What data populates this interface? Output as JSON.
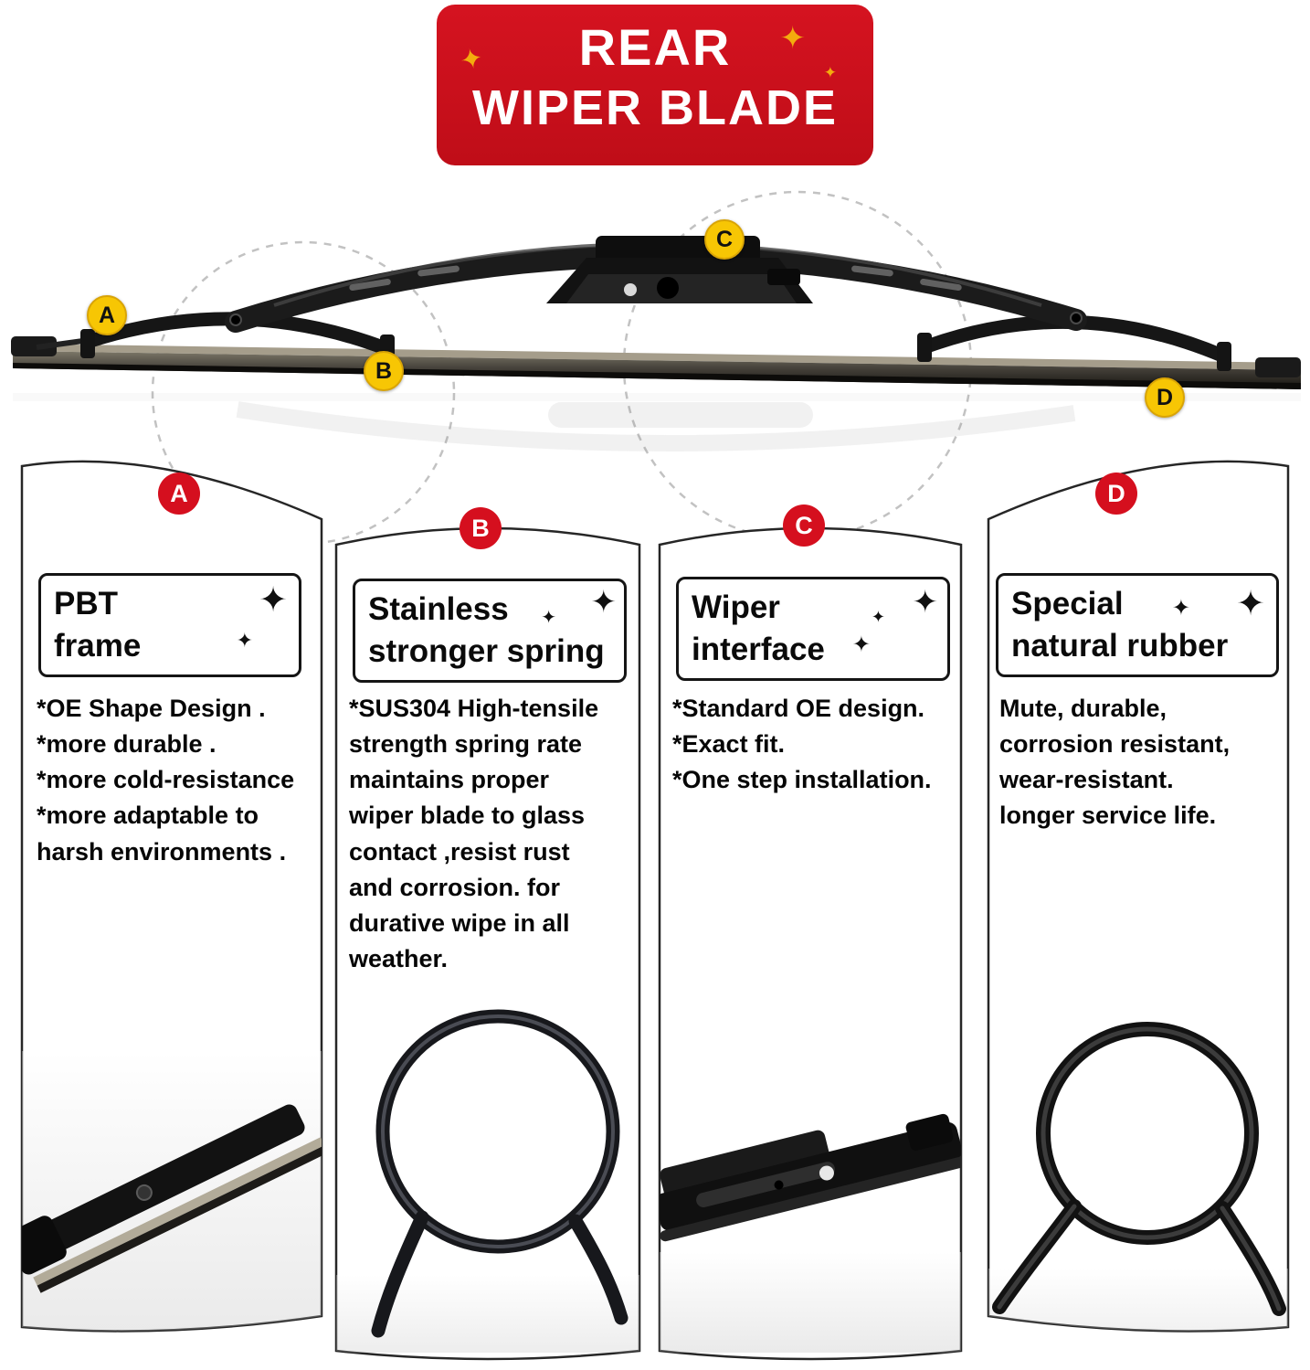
{
  "banner": {
    "line1": "REAR",
    "line2": "WIPER BLADE"
  },
  "icons": {
    "sparkle": "✦"
  },
  "blade_callouts": {
    "a": "A",
    "b": "B",
    "c": "C",
    "d": "D"
  },
  "panels": [
    {
      "letter": "A",
      "title_line1": "PBT",
      "title_line2": "frame",
      "body": "*OE Shape Design .\n*more durable .\n*more cold-resistance\n*more adaptable to\nharsh environments ."
    },
    {
      "letter": "B",
      "title_line1": "Stainless",
      "title_line2": "stronger spring",
      "body": "*SUS304 High-tensile\nstrength spring rate\nmaintains proper\nwiper blade to glass\ncontact ,resist rust\nand corrosion. for\ndurative wipe in all\nweather."
    },
    {
      "letter": "C",
      "title_line1": "Wiper",
      "title_line2": "interface",
      "body": "*Standard OE design.\n*Exact fit.\n*One step installation."
    },
    {
      "letter": "D",
      "title_line1": "Special",
      "title_line2": "natural rubber",
      "body": "Mute, durable,\ncorrosion resistant,\nwear-resistant.\nlonger service life."
    }
  ],
  "colors": {
    "banner_red": "#D01018",
    "badge_red": "#D50F1E",
    "callout_yellow": "#F7C604",
    "star_gold": "#F4AB0E",
    "text_black": "#0A0A0A"
  }
}
